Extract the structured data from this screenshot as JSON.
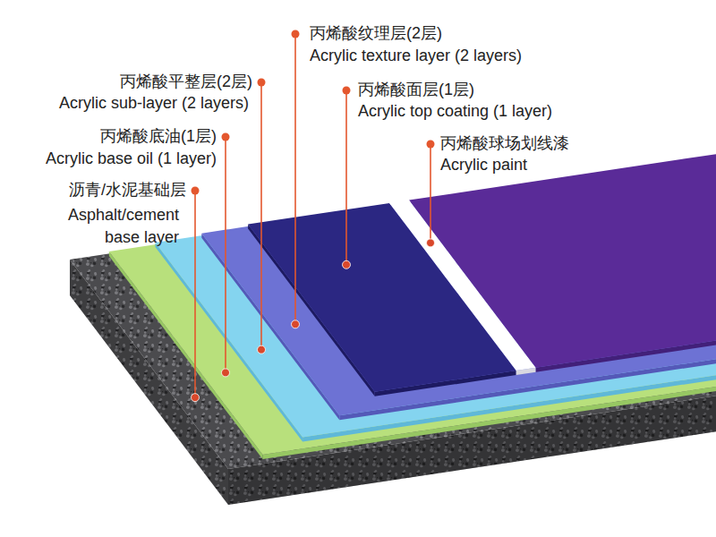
{
  "diagram": {
    "labels": [
      "丙烯酸纹理层(2层)",
      "Acrylic texture layer (2 layers)",
      "丙烯酸平整层(2层)",
      "Acrylic sub-layer (2 layers)",
      "丙烯酸面层(1层)",
      "Acrylic top coating (1 layer)",
      "丙烯酸底油(1层)",
      "Acrylic base oil (1 layer)",
      "丙烯酸球场划线漆",
      "Acrylic paint",
      "沥青/水泥基础层",
      "Asphalt/cement base layer"
    ]
  }
}
